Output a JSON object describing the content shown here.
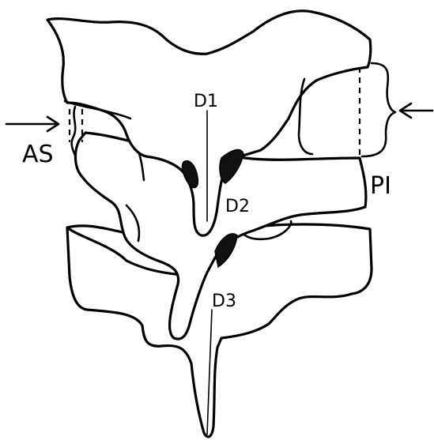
{
  "labels": {
    "d1": "D1",
    "d2": "D2",
    "d3": "D3",
    "as": "AS",
    "pi": "PI"
  }
}
